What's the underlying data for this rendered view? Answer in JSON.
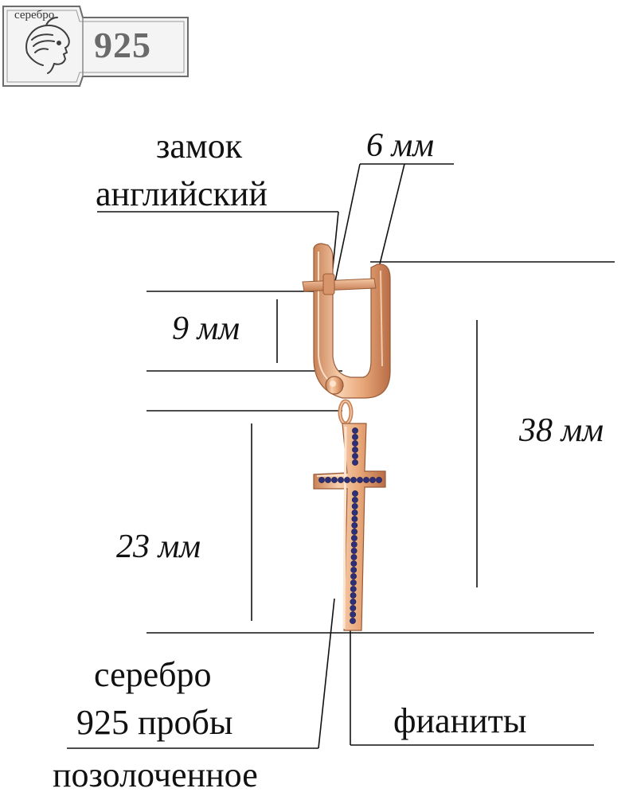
{
  "hallmark": {
    "caption": "серебро",
    "number": "925"
  },
  "labels": {
    "lock_line1": "замок",
    "lock_line2": "английский",
    "lock_width": "6 мм",
    "hook_height": "9 мм",
    "total_length": "38 мм",
    "pendant_length": "23 мм",
    "metal_line1": "серебро",
    "metal_line2": "925 пробы",
    "stones": "фианиты",
    "coating": "позолоченное"
  },
  "colors": {
    "gold": "#e6a778",
    "gold_dark": "#b9704a",
    "gold_light": "#fbe0c8",
    "stone": "#2c2f7a",
    "line": "#111111"
  }
}
